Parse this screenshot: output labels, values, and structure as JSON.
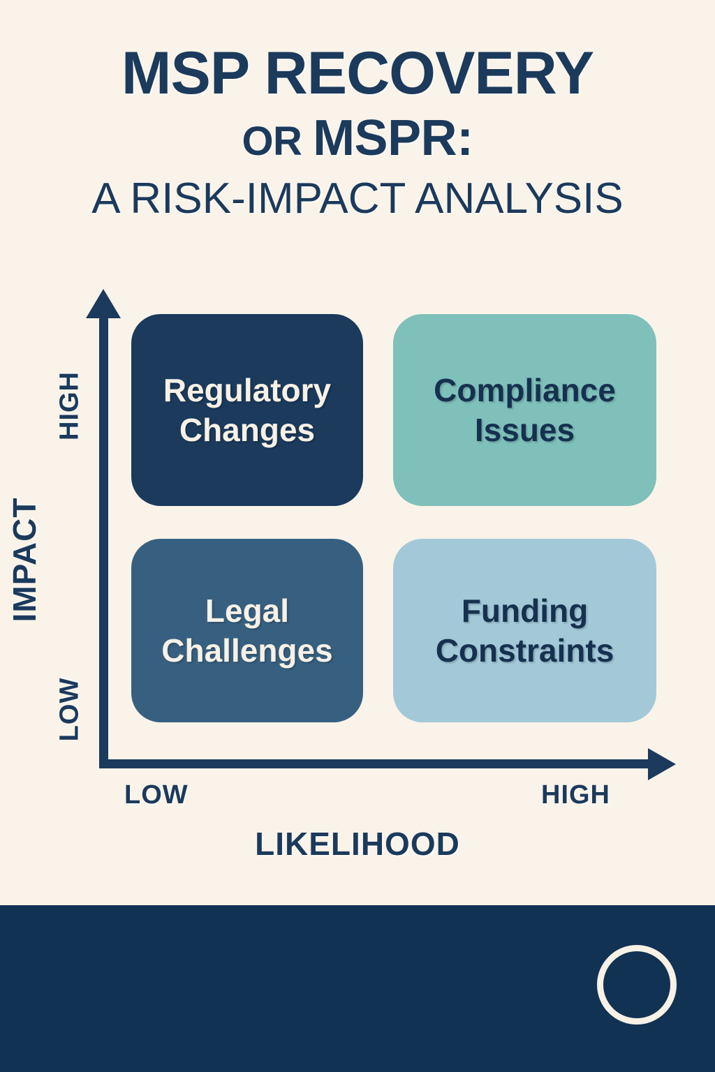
{
  "palette": {
    "background": "#faf3e9",
    "navy": "#1b3a5c",
    "footer_navy": "#123253",
    "cream_text": "#f7f1e6",
    "quad_high_impact_low_likelihood": "#1b3a5c",
    "quad_high_impact_high_likelihood": "#7fc0bb",
    "quad_low_impact_low_likelihood": "#376080",
    "quad_low_impact_high_likelihood": "#a3c9d9"
  },
  "title": {
    "line1": "MSP RECOVERY",
    "line2_prefix": "OR ",
    "line2_main": "MSPR:",
    "line3": "A RISK-IMPACT ANALYSIS"
  },
  "chart_data": {
    "type": "matrix",
    "title": "MSP Recovery or MSPR: A Risk-Impact Analysis",
    "xlabel": "LIKELIHOOD",
    "ylabel": "IMPACT",
    "x_ticks": [
      "LOW",
      "HIGH"
    ],
    "y_ticks": [
      "LOW",
      "HIGH"
    ],
    "grid": false,
    "legend": "none",
    "quadrants": [
      {
        "id": "top-left",
        "label_line1": "Regulatory",
        "label_line2": "Changes",
        "impact": "HIGH",
        "likelihood": "LOW",
        "fill": "#1b3a5c",
        "text_color": "#f7f1e6"
      },
      {
        "id": "top-right",
        "label_line1": "Compliance",
        "label_line2": "Issues",
        "impact": "HIGH",
        "likelihood": "HIGH",
        "fill": "#7fc0bb",
        "text_color": "#16314f"
      },
      {
        "id": "bottom-left",
        "label_line1": "Legal",
        "label_line2": "Challenges",
        "impact": "LOW",
        "likelihood": "LOW",
        "fill": "#376080",
        "text_color": "#f7f1e6"
      },
      {
        "id": "bottom-right",
        "label_line1": "Funding",
        "label_line2": "Constraints",
        "impact": "LOW",
        "likelihood": "HIGH",
        "fill": "#a3c9d9",
        "text_color": "#16314f"
      }
    ]
  },
  "axes": {
    "y_tick_high": "HIGH",
    "y_tick_low": "LOW",
    "y_title": "IMPACT",
    "x_tick_low": "LOW",
    "x_tick_high": "HIGH",
    "x_title": "LIKELIHOOD"
  },
  "footer": {
    "logo_icon": "circle-outline-icon"
  }
}
